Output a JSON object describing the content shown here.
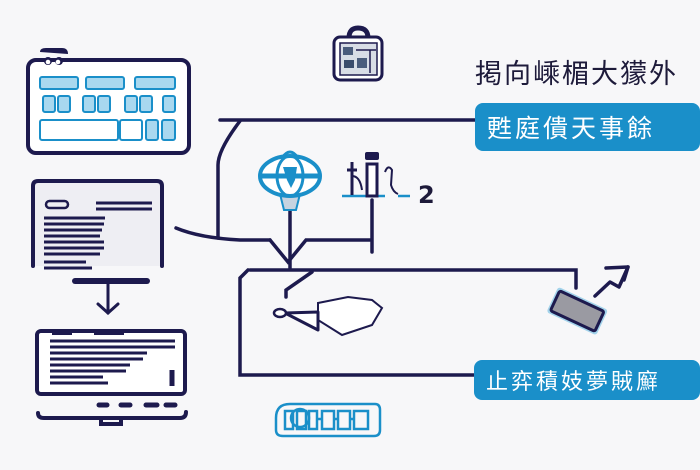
{
  "diagram": {
    "title": "掲向嵊楣大獴外",
    "label_top": "甦庭僓天事餘",
    "label_bottom": "止弈積妓夢賊廯",
    "step_number": "2",
    "colors": {
      "navy": "#1d1a4e",
      "accent_blue": "#1a8fc9",
      "light_blue": "#a9d8ef",
      "background": "#f7f7f9"
    },
    "icons": [
      "keyboard-icon",
      "monitor-document-icon",
      "arrow-down-icon",
      "laptop-icon",
      "briefcase-lock-icon",
      "globe-icon",
      "lab-equipment-icon",
      "key-racket-icon",
      "chip-icon",
      "arrow-up-right-icon",
      "circuit-board-icon"
    ]
  }
}
